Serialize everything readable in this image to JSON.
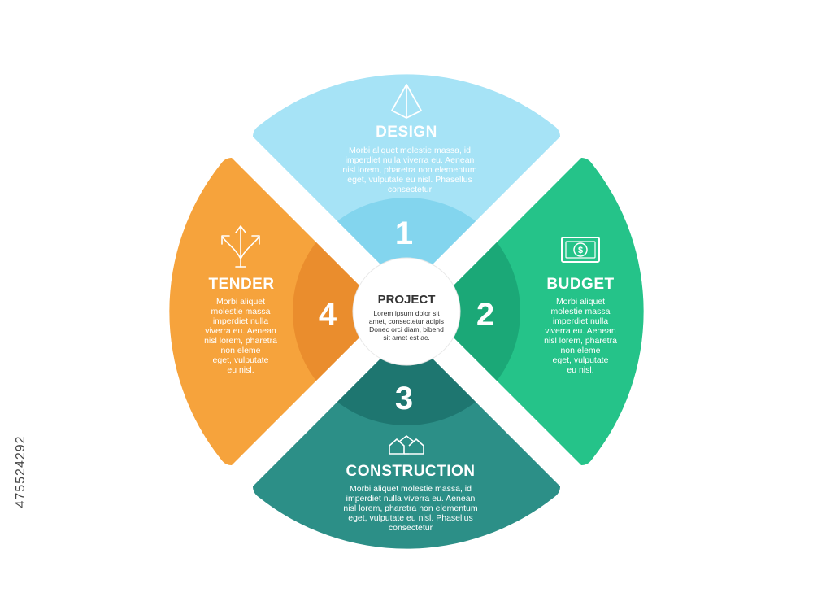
{
  "center": {
    "title": "PROJECT",
    "lines": [
      "Lorem ipsum dolor sit",
      "amet, consectetur adipis",
      "Donec orci diam, bibend",
      "sit amet est ac."
    ],
    "color": "#ffffff"
  },
  "segments": [
    {
      "number": "1",
      "title": "DESIGN",
      "icon": "pyramid-icon",
      "color": "#a6e3f6",
      "inner_color": "#83d5ee",
      "lines": [
        "Morbi aliquet molestie massa, id",
        "imperdiet nulla viverra eu. Aenean",
        "nisl lorem, pharetra non elementum",
        "eget, vulputate eu nisl. Phasellus",
        "consectetur"
      ]
    },
    {
      "number": "2",
      "title": "BUDGET",
      "icon": "money-bill-icon",
      "color": "#25c389",
      "inner_color": "#1ba877",
      "lines": [
        "Morbi aliquet",
        "molestie massa",
        "imperdiet nulla",
        "viverra eu. Aenean",
        "nisl lorem, pharetra",
        "non eleme",
        "eget, vulputate",
        "eu nisl."
      ]
    },
    {
      "number": "3",
      "title": "CONSTRUCTION",
      "icon": "houses-icon",
      "color": "#2c8f87",
      "inner_color": "#1e7670",
      "lines": [
        "Morbi aliquet molestie massa, id",
        "imperdiet nulla viverra eu. Aenean",
        "nisl lorem, pharetra non elementum",
        "eget, vulputate eu nisl. Phasellus",
        "consectetur"
      ]
    },
    {
      "number": "4",
      "title": "TENDER",
      "icon": "split-arrows-icon",
      "color": "#f6a33c",
      "inner_color": "#ea8d2d",
      "lines": [
        "Morbi aliquet",
        "molestie massa",
        "imperdiet nulla",
        "viverra eu. Aenean",
        "nisl lorem, pharetra",
        "non eleme",
        "eget, vulputate",
        "eu nisl."
      ]
    }
  ],
  "side_label": "475524292"
}
